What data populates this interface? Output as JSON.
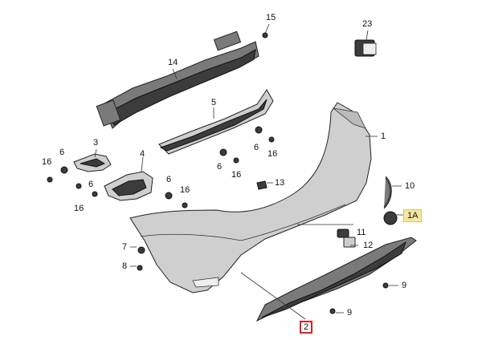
{
  "callouts": {
    "c15": "15",
    "c23": "23",
    "c14": "14",
    "c5": "5",
    "c1": "1",
    "c3": "3",
    "c4": "4",
    "c6a": "6",
    "c16a": "16",
    "c6b": "6",
    "c16b": "16",
    "c6c": "6",
    "c16c": "16",
    "c6d": "6",
    "c16d": "16",
    "c6e": "6",
    "c16e": "16",
    "c13": "13",
    "c10": "10",
    "c1A": "1A",
    "c11": "11",
    "c12": "12",
    "c7": "7",
    "c8": "8",
    "c9a": "9",
    "c9b": "9",
    "c2": "2"
  },
  "colors": {
    "highlight_yellow": "#f5e6a0",
    "highlight_red": "#e02020",
    "part_fill": "#cfcfcf",
    "part_dark": "#3c3c3c"
  }
}
